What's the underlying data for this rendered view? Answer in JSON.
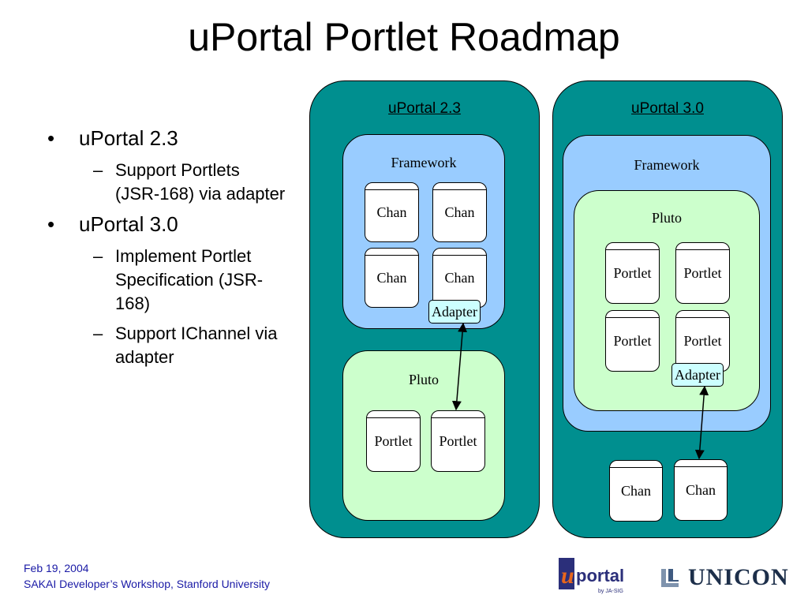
{
  "slide": {
    "title": "uPortal Portlet Roadmap",
    "bullets": [
      {
        "text": "uPortal 2.3",
        "subs": [
          "Support Portlets (JSR-168) via adapter"
        ]
      },
      {
        "text": "uPortal 3.0",
        "subs": [
          "Implement Portlet Specification (JSR-168)",
          "Support IChannel via adapter"
        ]
      }
    ],
    "footer": {
      "date": "Feb 19, 2004",
      "event": "SAKAI Developer’s Workshop, Stanford University"
    }
  },
  "diagram": {
    "left": {
      "title": "uPortal 2.3",
      "framework_label": "Framework",
      "chans": [
        "Chan",
        "Chan",
        "Chan",
        "Chan"
      ],
      "adapter": "Adapter",
      "pluto_label": "Pluto",
      "portlets": [
        "Portlet",
        "Portlet"
      ]
    },
    "right": {
      "title": "uPortal 3.0",
      "framework_label": "Framework",
      "pluto_label": "Pluto",
      "portlets": [
        "Portlet",
        "Portlet",
        "Portlet",
        "Portlet"
      ],
      "adapter": "Adapter",
      "chans": [
        "Chan",
        "Chan"
      ]
    },
    "colors": {
      "outer": "#008f8f",
      "framework": "#99ccff",
      "pluto": "#ccffcc",
      "adapter": "#ccffff"
    }
  },
  "logos": {
    "uportal": {
      "u": "u",
      "word": "portal",
      "tagline": "by JA-SIG"
    },
    "unicon": {
      "word": "UNICON"
    }
  }
}
